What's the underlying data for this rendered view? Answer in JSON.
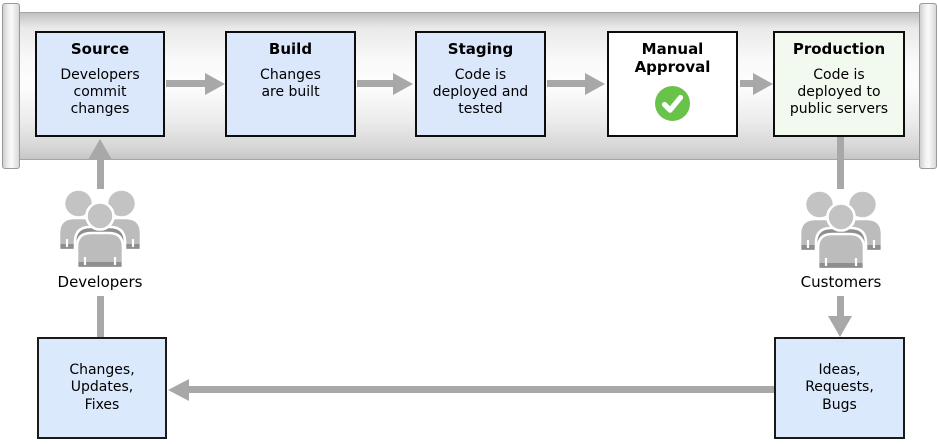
{
  "pipeline": {
    "stages": [
      {
        "title": "Source",
        "description": "Developers commit changes"
      },
      {
        "title": "Build",
        "description": "Changes are built"
      },
      {
        "title": "Staging",
        "description": "Code is deployed and tested"
      },
      {
        "title": "Manual Approval",
        "description": "",
        "icon": "check-circle-icon"
      },
      {
        "title": "Production",
        "description": "Code is deployed to public servers"
      }
    ]
  },
  "actors": {
    "developers": {
      "label": "Developers",
      "icon": "people-group-icon"
    },
    "customers": {
      "label": "Customers",
      "icon": "people-group-icon"
    }
  },
  "feedback": {
    "changes_box": "Changes, Updates, Fixes",
    "ideas_box": "Ideas, Requests, Bugs"
  },
  "colors": {
    "stage_fill_blue": "#dbe8fc",
    "stage_fill_white": "#ffffff",
    "stage_fill_green": "#f2f9ee",
    "feedback_fill_blue": "#dbe9fc",
    "arrow_gray": "#a8a8a8",
    "check_green": "#69c24a",
    "tube_gray": "#e0e0e0"
  }
}
